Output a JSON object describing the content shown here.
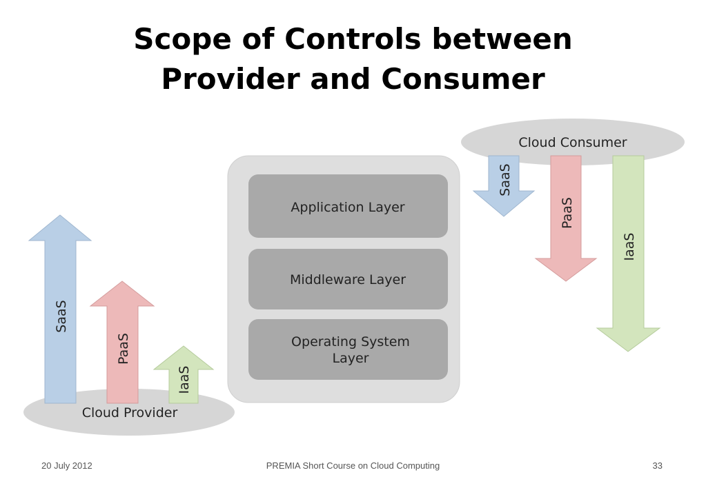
{
  "slide": {
    "title_line1": "Scope of Controls between",
    "title_line2": "Provider and Consumer"
  },
  "diagram": {
    "stack": {
      "layers": [
        "Application Layer",
        "Middleware Layer",
        "Operating System",
        "Layer"
      ]
    },
    "provider": {
      "label": "Cloud Provider",
      "arrows": [
        "SaaS",
        "PaaS",
        "IaaS"
      ]
    },
    "consumer": {
      "label": "Cloud Consumer",
      "arrows": [
        "SaaS",
        "PaaS",
        "IaaS"
      ]
    },
    "colors": {
      "saas": "#b9cfe6",
      "paas": "#edb9b9",
      "iaas": "#d3e5bd",
      "ellipse": "#d6d6d6",
      "panel": "#dedede",
      "layer": "#a9a9a9"
    }
  },
  "footer": {
    "date": "20 July 2012",
    "course": "PREMIA Short Course on Cloud Computing",
    "page": "33"
  }
}
